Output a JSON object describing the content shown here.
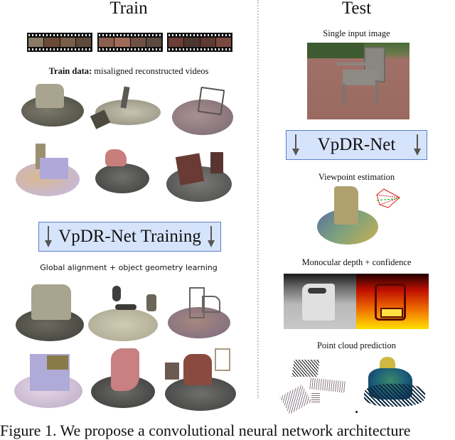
{
  "train": {
    "title": "Train",
    "train_data_bold": "Train data:",
    "train_data_rest": " misaligned reconstructed videos",
    "network_label": "VpDR-Net Training",
    "output_caption": "Global alignment + object geometry learning",
    "filmstrips": 3,
    "frames_per_strip": 4,
    "input_chairs_count": 6,
    "output_chairs_count": 6
  },
  "test": {
    "title": "Test",
    "input_caption": "Single input image",
    "network_label": "VpDR-Net",
    "viewpoint_caption": "Viewpoint estimation",
    "depth_caption": "Monocular depth + confidence",
    "pointcloud_caption": "Point cloud prediction"
  },
  "figure_caption": "Figure 1. We propose a convolutional neural network architecture",
  "colors": {
    "box_fill": "#d6e4fb",
    "box_border": "#5a7fc8",
    "arrow": "#555555",
    "divider": "#c8c8c8",
    "camera_frustum": "#e02020",
    "camera_axis": "#20c020"
  }
}
